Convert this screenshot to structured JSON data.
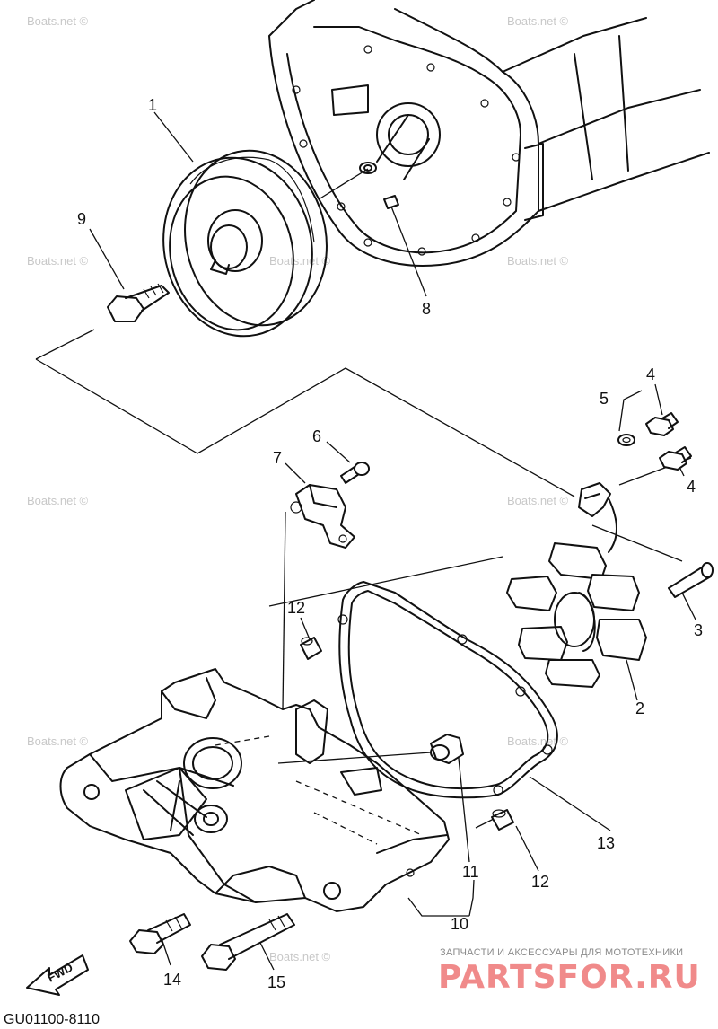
{
  "callouts": [
    {
      "id": "c1",
      "label": "1"
    },
    {
      "id": "c2",
      "label": "2"
    },
    {
      "id": "c3",
      "label": "3"
    },
    {
      "id": "c4a",
      "label": "4"
    },
    {
      "id": "c4b",
      "label": "4"
    },
    {
      "id": "c5",
      "label": "5"
    },
    {
      "id": "c6",
      "label": "6"
    },
    {
      "id": "c7",
      "label": "7"
    },
    {
      "id": "c8",
      "label": "8"
    },
    {
      "id": "c9",
      "label": "9"
    },
    {
      "id": "c10",
      "label": "10"
    },
    {
      "id": "c11",
      "label": "11"
    },
    {
      "id": "c12a",
      "label": "12"
    },
    {
      "id": "c12b",
      "label": "12"
    },
    {
      "id": "c13",
      "label": "13"
    },
    {
      "id": "c14",
      "label": "14"
    },
    {
      "id": "c15",
      "label": "15"
    }
  ],
  "watermark": "Boats.net ©",
  "diagram_code": "GU01100-8110",
  "fwd_label": "FWD",
  "brand": {
    "tagline": "ЗАПЧАСТИ И АКСЕССУАРЫ ДЛЯ МОТОТЕХНИКИ",
    "logo": "PARTSFOR.RU"
  },
  "colors": {
    "line": "#111111",
    "watermark": "#c8c8c8",
    "brand": "#f08a8a"
  }
}
